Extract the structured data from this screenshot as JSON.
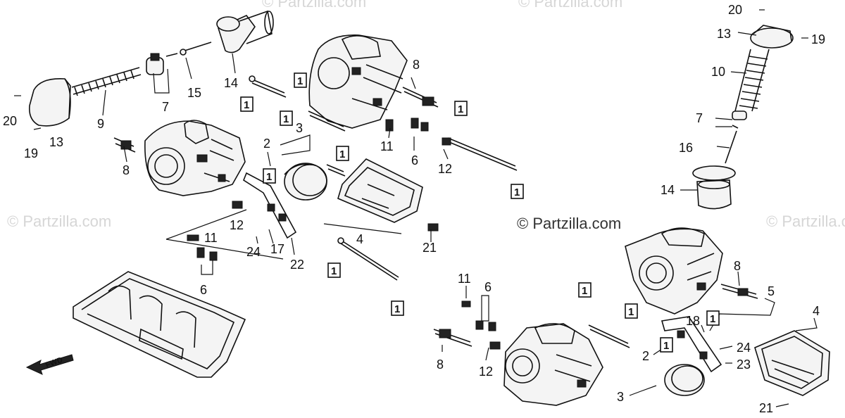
{
  "watermarks": {
    "main": "© Partzilla.com",
    "faint_1": "© Partzilla.com",
    "faint_2": "© Partzilla.com",
    "faint_3": "© Partzilla.com",
    "faint_4": "© Partzilla.com"
  },
  "fwd_label": "FWD",
  "ref_box_label": "1",
  "callouts": {
    "c20a": "20",
    "c13a": "13",
    "c19a": "19",
    "c9": "9",
    "c7a": "7",
    "c15": "15",
    "c14a": "14",
    "c8a": "8",
    "c8b": "8",
    "c3a": "3",
    "c2a": "2",
    "c11a": "11",
    "c6a": "6",
    "c12a": "12",
    "c11b": "11",
    "c12b": "12",
    "c24a": "24",
    "c17": "17",
    "c22": "22",
    "c6b": "6",
    "c4a": "4",
    "c21a": "21",
    "c20b": "20",
    "c13b": "13",
    "c19b": "19",
    "c10": "10",
    "c7b": "7",
    "c16": "16",
    "c14b": "14",
    "c8c": "8",
    "c5": "5",
    "c4b": "4",
    "c18": "18",
    "c24b": "24",
    "c23": "23",
    "c2b": "2",
    "c3b": "3",
    "c21b": "21",
    "c11c": "11",
    "c6c": "6",
    "c8d": "8",
    "c12c": "12"
  }
}
